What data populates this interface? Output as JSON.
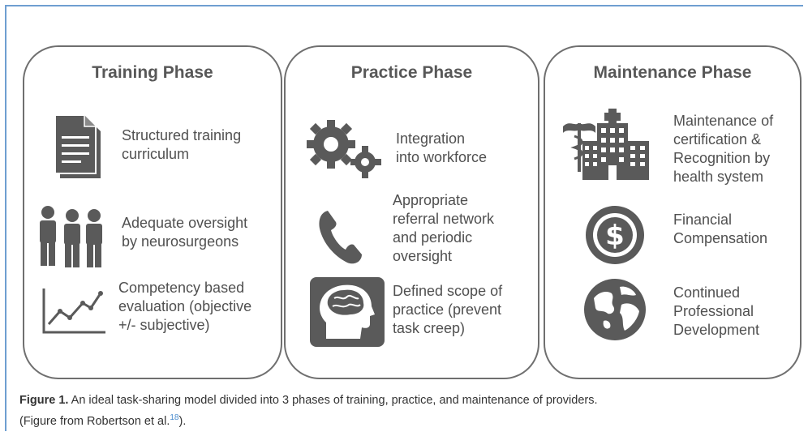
{
  "phases": [
    {
      "title": "Training Phase",
      "items": [
        {
          "icon": "document-icon",
          "text": "Structured training\ncurriculum"
        },
        {
          "icon": "people-icon",
          "text": "Adequate oversight\nby neurosurgeons"
        },
        {
          "icon": "line-chart-icon",
          "text": "Competency based\nevaluation (objective\n+/- subjective)"
        }
      ]
    },
    {
      "title": "Practice Phase",
      "items": [
        {
          "icon": "gears-icon",
          "text": "Integration\ninto workforce"
        },
        {
          "icon": "phone-icon",
          "text": "Appropriate\nreferral network\nand periodic\noversight"
        },
        {
          "icon": "brain-head-icon",
          "text": "Defined scope of\npractice (prevent\ntask creep)"
        }
      ]
    },
    {
      "title": "Maintenance Phase",
      "items": [
        {
          "icon": "hospital-icon",
          "text": "Maintenance of\ncertification &\nRecognition by\nhealth system"
        },
        {
          "icon": "dollar-coin-icon",
          "text": "Financial\nCompensation"
        },
        {
          "icon": "globe-icon",
          "text": "Continued\nProfessional\nDevelopment"
        }
      ]
    }
  ],
  "caption": {
    "label": "Figure 1.",
    "text": " An ideal task-sharing model divided into 3 phases of training, practice, and maintenance of providers.",
    "line2": "(Figure from Robertson et al.",
    "ref": "18",
    "line2_end": ")."
  },
  "colors": {
    "frame": "#6f9fd1",
    "icon": "#5a5a5a",
    "ref": "#4a8ccf"
  }
}
